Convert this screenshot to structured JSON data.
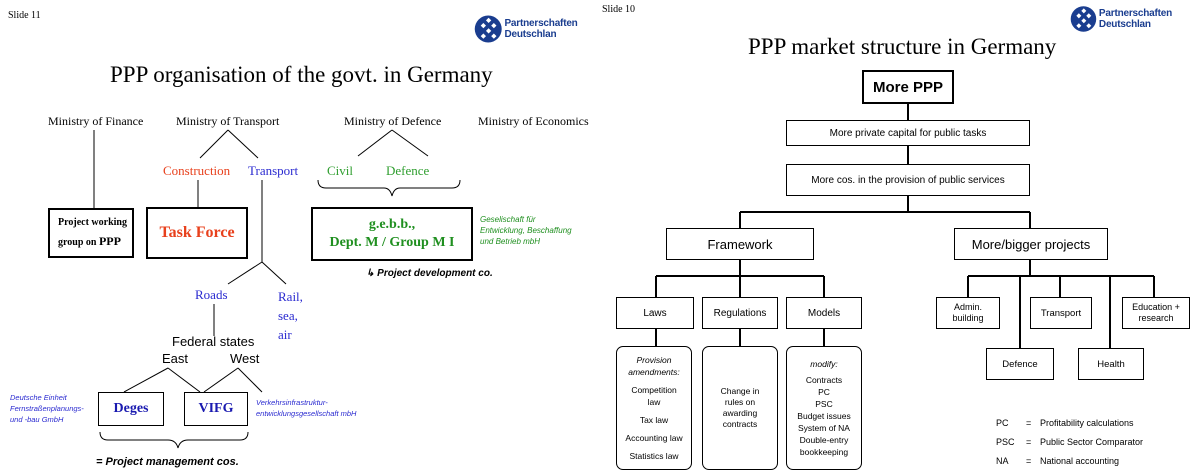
{
  "left": {
    "slide_label": "Slide 11",
    "logo_text": "Partnerschaften Deutschlan",
    "title": "PPP organisation of the govt. in Germany",
    "ministries": [
      "Ministry of Finance",
      "Ministry of Transport",
      "Ministry of Defence",
      "Ministry of Economics"
    ],
    "transport_branches": {
      "construction": "Construction",
      "transport": "Transport"
    },
    "defence_branches": {
      "civil": "Civil",
      "defence": "Defence"
    },
    "pwg": {
      "line1": "Project working",
      "line2": "group on",
      "ppp": "PPP"
    },
    "task_force": "Task Force",
    "gebb": {
      "line1": "g.e.b.b.,",
      "line2": "Dept. M / Group M I"
    },
    "gebb_note": [
      "Geselischaft für",
      "Entwicklung, Beschaffung",
      "und Betrieb mbH"
    ],
    "project_dev": "↳ Project development co.",
    "roads": "Roads",
    "rail": [
      "Rail,",
      "sea,",
      "air"
    ],
    "federal_states": "Federal states",
    "east": "East",
    "west": "West",
    "deges": "Deges",
    "vifg": "VIFG",
    "deges_note": [
      "Deutsche Einheit",
      "Fernstraßenplanungs-",
      "und -bau GmbH"
    ],
    "vifg_note": [
      "Verkehrsinfrastruktur-",
      "entwicklungsgesellschaft mbH"
    ],
    "project_mgmt": "= Project management cos.",
    "colors": {
      "construction": "#e8401c",
      "transport": "#2a2ad0",
      "defence": "#2f9e2f",
      "task_force": "#e8401c",
      "gebb": "#1f8f1f",
      "roads": "#2a2ad0",
      "deges": "#1a1ab0"
    }
  },
  "right": {
    "slide_label": "Slide 10",
    "logo_text": "Partnerschaften Deutschlan",
    "title": "PPP market structure in Germany",
    "more_ppp": "More PPP",
    "private_capital": "More private capital for public tasks",
    "more_cos": "More cos. in the provision of public services",
    "framework": "Framework",
    "projects": "More/bigger projects",
    "laws": "Laws",
    "regulations": "Regulations",
    "models": "Models",
    "laws_detail": {
      "heading": [
        "Provision",
        "amendments:"
      ],
      "items": [
        [
          "Competition",
          "law"
        ],
        [
          "Tax law"
        ],
        [
          "Accounting law"
        ],
        [
          "Statistics law"
        ]
      ]
    },
    "regulations_detail": [
      "Change in",
      "rules on",
      "awarding",
      "contracts"
    ],
    "models_detail": {
      "heading": "modify:",
      "items": [
        "Contracts",
        "PC",
        "PSC",
        "Budget issues",
        "System of NA",
        "Double-entry",
        "bookkeeping"
      ]
    },
    "admin": [
      "Admin.",
      "building"
    ],
    "transport": "Transport",
    "education": [
      "Education +",
      "research"
    ],
    "defence": "Defence",
    "health": "Health",
    "legend": [
      {
        "abbr": "PC",
        "sep": "=",
        "desc": "Profitability calculations"
      },
      {
        "abbr": "PSC",
        "sep": "=",
        "desc": "Public Sector Comparator"
      },
      {
        "abbr": "NA",
        "sep": "=",
        "desc": "National accounting"
      }
    ]
  }
}
